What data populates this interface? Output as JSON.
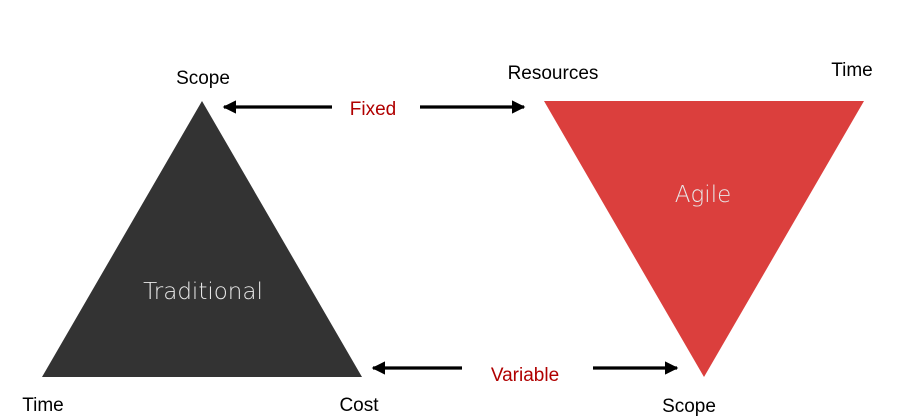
{
  "colors": {
    "traditional_fill": "#333333",
    "agile_fill": "#db3f3d",
    "shape_text": "#e8e8e8",
    "connector_text": "#b00000",
    "arrow": "#000000"
  },
  "traditional": {
    "name": "Traditional",
    "top": "Scope",
    "bottom_left": "Time",
    "bottom_right": "Cost"
  },
  "agile": {
    "name": "Agile",
    "top_left": "Resources",
    "top_right": "Time",
    "bottom": "Scope"
  },
  "connectors": {
    "top": "Fixed",
    "bottom": "Variable"
  }
}
